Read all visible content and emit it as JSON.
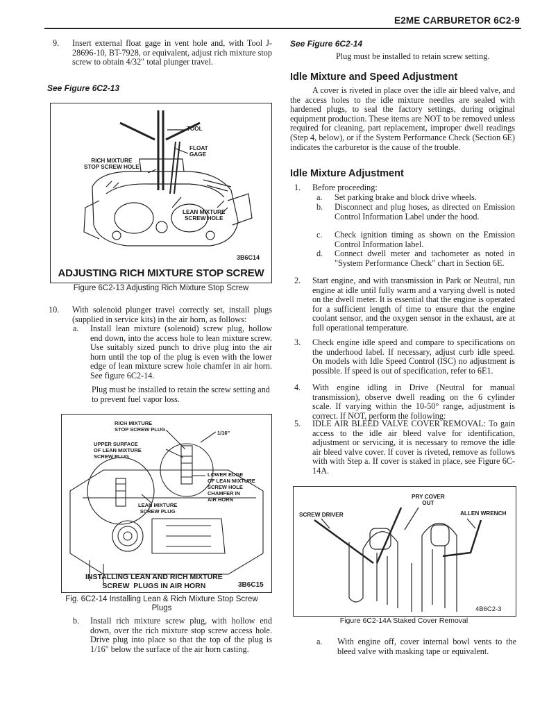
{
  "header": {
    "title": "E2ME CARBURETOR  6C2-9"
  },
  "left": {
    "s9": {
      "num": "9.",
      "text": "Insert external float gage in vent hole and, with Tool J-28696-10, BT-7928, or equivalent, adjust rich mixture stop screw to obtain 4/32\" total plunger travel."
    },
    "see13": "See Figure 6C2-13",
    "fig13": {
      "tool": "TOOL",
      "float_gage": "FLOAT\nGAGE",
      "rich_mixture": "RICH MIXTURE\nSTOP SCREW HOLE",
      "lean_mixture": "LEAN MIXTURE\nSCREW HOLE",
      "code": "3B6C14",
      "title": "ADJUSTING RICH MIXTURE STOP SCREW",
      "caption": "Figure 6C2-13 Adjusting Rich Mixture Stop Screw"
    },
    "s10": {
      "num": "10.",
      "text": "With solenoid plunger travel correctly set, install plugs (supplied in service kits) in the air horn, as follows:"
    },
    "s10a": {
      "num": "a.",
      "text": "Install lean mixture (solenoid) screw plug, hollow end down, into the access hole to lean mixture screw. Use suitably sized punch to drive plug into the air horn until the top of the plug is even with the lower edge of lean mixture screw hole chamfer in air horn. See figure 6C2-14."
    },
    "plug_note": "Plug must be installed to retain the screw setting and to prevent fuel vapor loss.",
    "fig14": {
      "rich": "RICH MIXTURE\nSTOP SCREW PLUG",
      "sixteenth": "1/16\"",
      "upper": "UPPER SURFACE\nOF LEAN MIXTURE\nSCREW PLUG",
      "lower": "LOWER EDGE\nOF LEAN MIXTURE\nSCREW HOLE\nCHAMFER IN\nAIR HORN",
      "lean_plug": "LEAN MIXTURE\nSCREW PLUG",
      "title": "INSTALLING LEAN AND RICH MIXTURE\nSCREW  PLUGS IN AIR HORN",
      "code": "3B6C15",
      "caption": "Fig. 6C2-14 Installing Lean & Rich Mixture Stop Screw\nPlugs"
    },
    "s10b": {
      "num": "b.",
      "text": "Install rich mixture screw plug, with hollow end down, over the rich mixture stop screw access hole. Drive plug into place so that the top of the plug is 1/16\" below the surface of the air horn casting."
    }
  },
  "right": {
    "see14": "See Figure 6C2-14",
    "plug_retain": "Plug must be installed to retain screw setting.",
    "h_idle_speed": "Idle Mixture and Speed Adjustment",
    "p_cover": "A cover is riveted in place over the idle air bleed valve, and the access holes to the idle mixture needles are sealed with hardened plugs, to seal the factory settings, during original equipment production. These items are NOT to be removed unless required for cleaning, part replacement, improper dwell readings (Step 4, below), or if the System Performance Check (Section 6E) indicates the carburetor is the cause of the trouble.",
    "h_idle": "Idle Mixture Adjustment",
    "s1": {
      "num": "1.",
      "text": "Before proceeding:"
    },
    "s1a": {
      "num": "a.",
      "text": "Set parking brake and block drive wheels."
    },
    "s1b": {
      "num": "b.",
      "text": "Disconnect and plug hoses, as directed on Emission Control Information Label under the hood."
    },
    "s1c": {
      "num": "c.",
      "text": "Check ignition timing as shown on the Emission Control Information label."
    },
    "s1d": {
      "num": "d.",
      "text": "Connect dwell meter and tachometer as noted in \"System Performance Check\" chart in Section 6E."
    },
    "s2": {
      "num": "2.",
      "text": "Start engine, and with transmission in Park or Neutral, run engine at idle until fully warm and a varying dwell is noted on the dwell meter. It is essential that the engine is operated for a sufficient length of time to ensure that the engine coolant sensor, and the oxygen sensor in the exhaust, are at full operational temperature."
    },
    "s3": {
      "num": "3.",
      "text": "Check engine idle speed and compare to specifications on the underhood label. If necessary, adjust curb idle speed. On models with Idle Speed Control (ISC) no adjustment is possible. If speed is out of specification, refer to 6E1."
    },
    "s4": {
      "num": "4.",
      "text": "With engine idling in Drive (Neutral for manual transmission), observe dwell reading on the 6 cylinder scale. If varying within the 10-50° range, adjustment is correct. If NOT, perform the following:"
    },
    "s5": {
      "num": "5.",
      "text": "IDLE AIR BLEED VALVE COVER REMOVAL: To gain access to the idle air bleed valve for identification, adjustment or servicing, it is necessary to remove the idle air bleed valve cover. If cover is riveted, remove as follows with with Step a. If cover is staked in place, see Figure 6C-14A."
    },
    "fig14a": {
      "pry": "PRY COVER\nOUT",
      "driver": "SCREW DRIVER",
      "allen": "ALLEN WRENCH",
      "code": "4B6C2-3",
      "caption": "Figure 6C2-14A Staked Cover Removal"
    },
    "s5a": {
      "num": "a.",
      "text": "With engine off, cover internal bowl vents to the bleed valve with masking tape or equivalent."
    }
  }
}
